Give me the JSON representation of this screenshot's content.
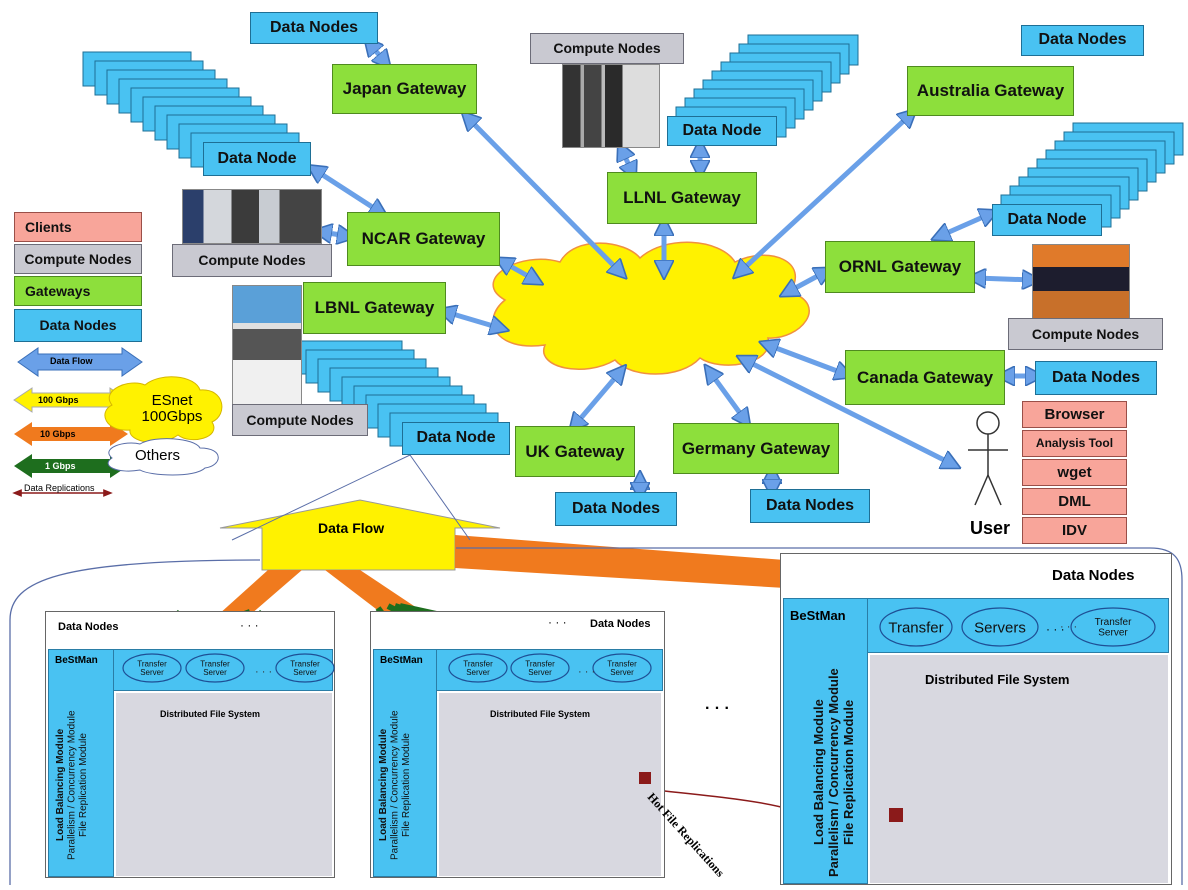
{
  "gateways": {
    "japan": "Japan Gateway",
    "australia": "Australia Gateway",
    "llnl": "LLNL Gateway",
    "ncar": "NCAR Gateway",
    "ornl": "ORNL Gateway",
    "lbnl": "LBNL Gateway",
    "canada": "Canada Gateway",
    "uk": "UK Gateway",
    "germany": "Germany Gateway"
  },
  "nodes": {
    "data_nodes": "Data Nodes",
    "data_node": "Data Node",
    "compute_nodes": "Compute Nodes"
  },
  "legend": {
    "clients": "Clients",
    "compute_nodes": "Compute Nodes",
    "gateways": "Gateways",
    "data_nodes": "Data Nodes",
    "data_flow": "Data Flow",
    "g100": "100 Gbps",
    "g10": "10 Gbps",
    "g1": "1 Gbps",
    "replications": "Data Replications",
    "esnet": "ESnet 100Gbps",
    "others": "Others"
  },
  "user": {
    "label": "User",
    "tools": [
      "Browser",
      "Analysis Tool",
      "wget",
      "DML",
      "IDV"
    ]
  },
  "detail": {
    "data_flow": "Data Flow",
    "data_nodes": "Data Nodes",
    "bestman": "BeStMan",
    "transfer_server": "Transfer Server",
    "transfer_servers_big": [
      "Transfer",
      "Servers"
    ],
    "dfs": "Distributed File System",
    "modules": [
      "Load Balancing Module",
      "Parallelism / Concurrency Module",
      "File Replication Module"
    ],
    "hot": "Hot File Replications",
    "ellipsis": "· · ·"
  },
  "colors": {
    "gateway": "#8ddf3c",
    "data_node": "#49c2f2",
    "compute_node": "#c9c9d1",
    "client": "#f8a59a",
    "cloud": "#fff200",
    "esnet": "#fff200",
    "g10": "#f07a1e",
    "g1": "#1e6e1e",
    "replication": "#8b1a1a"
  }
}
